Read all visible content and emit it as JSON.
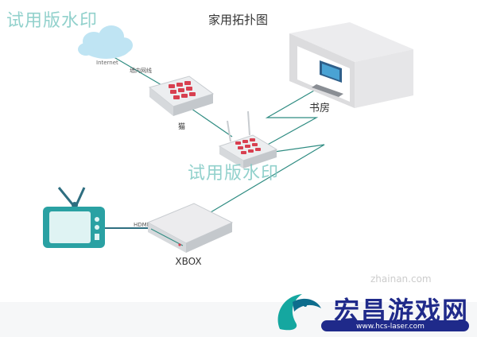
{
  "diagram": {
    "title": "家用拓扑图",
    "watermark_text": "试用版水印",
    "cloud_label": "Internet",
    "wire_label": "墙内网线",
    "modem_label": "猫",
    "study_label": "书房",
    "xbox_label": "XBOX",
    "hdmi_label": "HDMI",
    "site_watermark": "zhainan.com",
    "brand_logo_text": "宏昌游戏网",
    "brand_url": "www.hcs-laser.com",
    "colors": {
      "accent_red": "#d84050",
      "line_teal": "#2f8c82",
      "line_dark": "#2e6e80",
      "tv_teal": "#2aa1a3",
      "cloud_blue": "#bfe4f3",
      "brand_navy": "#1f2a8a"
    }
  }
}
